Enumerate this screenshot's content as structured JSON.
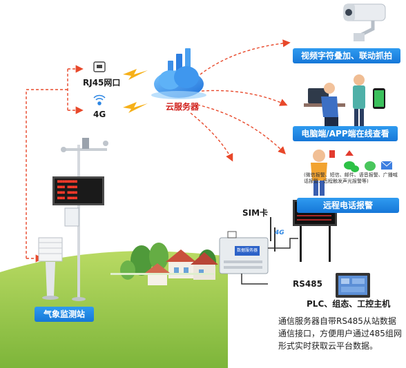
{
  "labels": {
    "rj45": "RJ45网口",
    "fourg": "4G",
    "cloud": "云服务器",
    "video": "视频字符叠加、联动抓拍",
    "pc_app": "电脑端/APP端在线查看",
    "alarm_types": "(微信报警、短信、邮件、语音报警、广播喊话报警、远程触发声光报警等)",
    "phone_alarm": "远程电话报警",
    "sim": "SIM卡",
    "rs485": "RS485",
    "plc": "PLC、组态、工控主机",
    "station": "气象监测站",
    "gateway": "数据服务器",
    "gateway_4g": "4G"
  },
  "description": "通信服务器自带RS485从站数据通信接口，方便用户通过485组网形式实时获取云平台数据。",
  "colors": {
    "arrow": "#e8482a",
    "station_arrow": "#e8482a",
    "blue_label": "#1677d8",
    "cloud_label": "#d0201b",
    "grass": "#8fc43e"
  },
  "icons": [
    "ethernet-port-icon",
    "wireless-signal-icon",
    "cloud-server-icon",
    "lightning-icon",
    "camera-icon",
    "computer-user-icon",
    "phone-user-icon",
    "wechat-icon",
    "sms-icon",
    "email-icon",
    "sim-card-icon",
    "led-display-icon",
    "touch-panel-icon",
    "weather-station-icon"
  ]
}
